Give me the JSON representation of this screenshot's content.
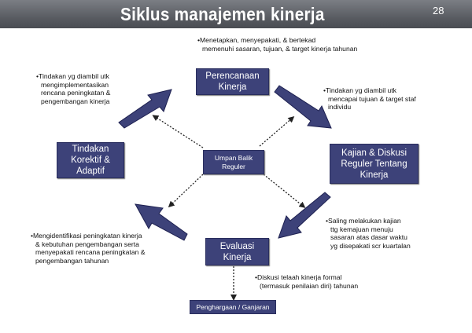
{
  "header": {
    "title": "Siklus manajemen kinerja",
    "page_number": "28"
  },
  "boxes": {
    "planning": [
      "Perencanaan",
      "Kinerja"
    ],
    "review": [
      "Kajian & Diskusi",
      "Reguler Tentang",
      "Kinerja"
    ],
    "evaluation": [
      "Evaluasi",
      "Kinerja"
    ],
    "corrective": [
      "Tindakan",
      "Korektif &",
      "Adaptif"
    ],
    "feedback": [
      "Umpan Balik",
      "Reguler"
    ],
    "reward": "Penghargaan / Ganjaran"
  },
  "notes": {
    "planning": [
      "•Menetapkan, menyepakati, & bertekad",
      "memenuhi sasaran, tujuan, & target kinerja tahunan"
    ],
    "review": [
      "•Tindakan yg diambil utk",
      "mencapai tujuan & target staf",
      "individu"
    ],
    "evaluation": [
      "•Saling melakukan kajian",
      "ttg kemajuan menuju",
      "sasaran atas dasar waktu",
      "yg disepakati scr kuartalan"
    ],
    "identify": [
      "•Mengidentifikasi peningkatan kinerja",
      "& kebutuhan pengembangan serta",
      "menyepakati rencana peningkatan &",
      "pengembangan tahunan"
    ],
    "implement": [
      "•Tindakan yg diambil utk",
      "mengimplementasikan",
      "rencana peningkatan &",
      "pengembangan kinerja"
    ],
    "formal": [
      "•Diskusi telaah kinerja formal",
      "(termasuk penilaian diri) tahunan"
    ]
  },
  "colors": {
    "box": "#3d4279",
    "header": "#55585e"
  }
}
